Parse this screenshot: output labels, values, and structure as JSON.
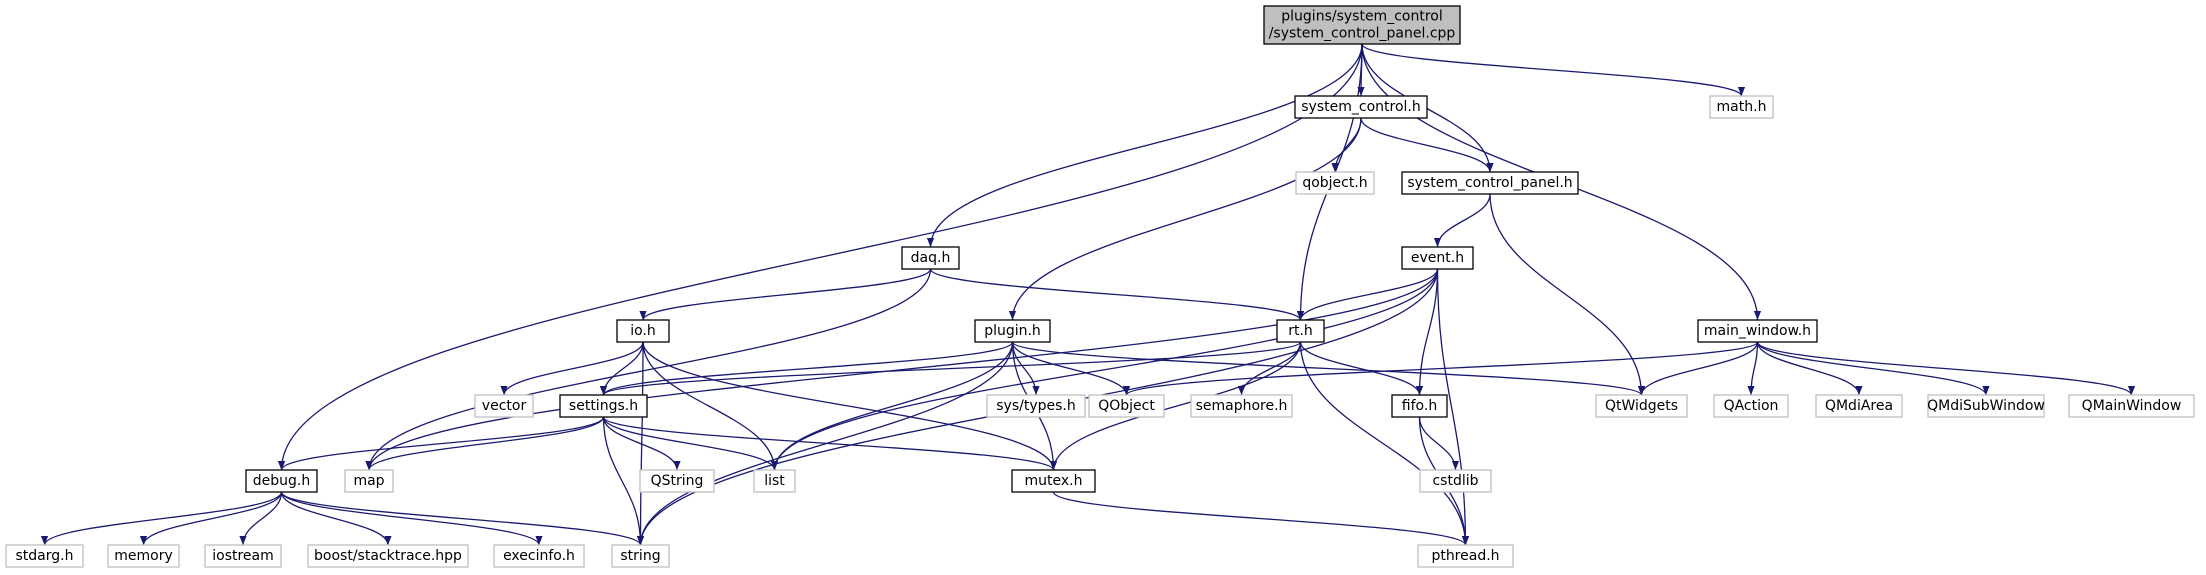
{
  "colors": {
    "edge": "#191970",
    "root_fill": "#bfbfbf",
    "node_border_local": "#000000",
    "node_border_system": "#bfbfbf",
    "background": "#ffffff"
  },
  "diagram": {
    "nodes": [
      {
        "id": "root",
        "lines": [
          "plugins/system_control",
          "/system_control_panel.cpp"
        ],
        "kind": "root"
      },
      {
        "id": "system_control_h",
        "lines": [
          "system_control.h"
        ],
        "kind": "local"
      },
      {
        "id": "math_h",
        "lines": [
          "math.h"
        ],
        "kind": "system"
      },
      {
        "id": "qobject_h",
        "lines": [
          "qobject.h"
        ],
        "kind": "system"
      },
      {
        "id": "system_control_panel_h",
        "lines": [
          "system_control_panel.h"
        ],
        "kind": "local"
      },
      {
        "id": "daq_h",
        "lines": [
          "daq.h"
        ],
        "kind": "local"
      },
      {
        "id": "event_h",
        "lines": [
          "event.h"
        ],
        "kind": "local"
      },
      {
        "id": "io_h",
        "lines": [
          "io.h"
        ],
        "kind": "local"
      },
      {
        "id": "plugin_h",
        "lines": [
          "plugin.h"
        ],
        "kind": "local"
      },
      {
        "id": "rt_h",
        "lines": [
          "rt.h"
        ],
        "kind": "local"
      },
      {
        "id": "main_window_h",
        "lines": [
          "main_window.h"
        ],
        "kind": "local"
      },
      {
        "id": "vector",
        "lines": [
          "vector"
        ],
        "kind": "system"
      },
      {
        "id": "settings_h",
        "lines": [
          "settings.h"
        ],
        "kind": "local"
      },
      {
        "id": "sys_types_h",
        "lines": [
          "sys/types.h"
        ],
        "kind": "system"
      },
      {
        "id": "QObject",
        "lines": [
          "QObject"
        ],
        "kind": "system"
      },
      {
        "id": "semaphore_h",
        "lines": [
          "semaphore.h"
        ],
        "kind": "system"
      },
      {
        "id": "fifo_h",
        "lines": [
          "fifo.h"
        ],
        "kind": "local"
      },
      {
        "id": "QtWidgets",
        "lines": [
          "QtWidgets"
        ],
        "kind": "system"
      },
      {
        "id": "QAction",
        "lines": [
          "QAction"
        ],
        "kind": "system"
      },
      {
        "id": "QMdiArea",
        "lines": [
          "QMdiArea"
        ],
        "kind": "system"
      },
      {
        "id": "QMdiSubWindow",
        "lines": [
          "QMdiSubWindow"
        ],
        "kind": "system"
      },
      {
        "id": "QMainWindow",
        "lines": [
          "QMainWindow"
        ],
        "kind": "system"
      },
      {
        "id": "debug_h",
        "lines": [
          "debug.h"
        ],
        "kind": "local"
      },
      {
        "id": "map",
        "lines": [
          "map"
        ],
        "kind": "system"
      },
      {
        "id": "QString",
        "lines": [
          "QString"
        ],
        "kind": "system"
      },
      {
        "id": "list",
        "lines": [
          "list"
        ],
        "kind": "system"
      },
      {
        "id": "mutex_h",
        "lines": [
          "mutex.h"
        ],
        "kind": "local"
      },
      {
        "id": "cstdlib",
        "lines": [
          "cstdlib"
        ],
        "kind": "system"
      },
      {
        "id": "stdarg_h",
        "lines": [
          "stdarg.h"
        ],
        "kind": "system"
      },
      {
        "id": "memory",
        "lines": [
          "memory"
        ],
        "kind": "system"
      },
      {
        "id": "iostream",
        "lines": [
          "iostream"
        ],
        "kind": "system"
      },
      {
        "id": "boost_stacktrace_hpp",
        "lines": [
          "boost/stacktrace.hpp"
        ],
        "kind": "system"
      },
      {
        "id": "execinfo_h",
        "lines": [
          "execinfo.h"
        ],
        "kind": "system"
      },
      {
        "id": "string",
        "lines": [
          "string"
        ],
        "kind": "system"
      },
      {
        "id": "pthread_h",
        "lines": [
          "pthread.h"
        ],
        "kind": "system"
      }
    ],
    "edges": [
      [
        "root",
        "debug_h"
      ],
      [
        "root",
        "daq_h"
      ],
      [
        "root",
        "system_control_h"
      ],
      [
        "root",
        "system_control_panel_h"
      ],
      [
        "root",
        "rt_h"
      ],
      [
        "root",
        "main_window_h"
      ],
      [
        "root",
        "math_h"
      ],
      [
        "system_control_h",
        "qobject_h"
      ],
      [
        "system_control_h",
        "system_control_panel_h"
      ],
      [
        "system_control_h",
        "plugin_h"
      ],
      [
        "system_control_panel_h",
        "event_h"
      ],
      [
        "system_control_panel_h",
        "QtWidgets"
      ],
      [
        "daq_h",
        "io_h"
      ],
      [
        "daq_h",
        "rt_h"
      ],
      [
        "daq_h",
        "map"
      ],
      [
        "event_h",
        "rt_h"
      ],
      [
        "event_h",
        "fifo_h"
      ],
      [
        "event_h",
        "list"
      ],
      [
        "event_h",
        "map"
      ],
      [
        "event_h",
        "string"
      ],
      [
        "event_h",
        "pthread_h"
      ],
      [
        "io_h",
        "vector"
      ],
      [
        "io_h",
        "settings_h"
      ],
      [
        "io_h",
        "list"
      ],
      [
        "io_h",
        "mutex_h"
      ],
      [
        "io_h",
        "string"
      ],
      [
        "plugin_h",
        "settings_h"
      ],
      [
        "plugin_h",
        "list"
      ],
      [
        "plugin_h",
        "sys_types_h"
      ],
      [
        "plugin_h",
        "QObject"
      ],
      [
        "plugin_h",
        "mutex_h"
      ],
      [
        "plugin_h",
        "string"
      ],
      [
        "plugin_h",
        "QtWidgets"
      ],
      [
        "rt_h",
        "settings_h"
      ],
      [
        "rt_h",
        "semaphore_h"
      ],
      [
        "rt_h",
        "fifo_h"
      ],
      [
        "rt_h",
        "mutex_h"
      ],
      [
        "rt_h",
        "pthread_h"
      ],
      [
        "main_window_h",
        "QObject"
      ],
      [
        "main_window_h",
        "QtWidgets"
      ],
      [
        "main_window_h",
        "QAction"
      ],
      [
        "main_window_h",
        "QMdiArea"
      ],
      [
        "main_window_h",
        "QMdiSubWindow"
      ],
      [
        "main_window_h",
        "QMainWindow"
      ],
      [
        "settings_h",
        "debug_h"
      ],
      [
        "settings_h",
        "map"
      ],
      [
        "settings_h",
        "QString"
      ],
      [
        "settings_h",
        "list"
      ],
      [
        "settings_h",
        "mutex_h"
      ],
      [
        "settings_h",
        "string"
      ],
      [
        "fifo_h",
        "cstdlib"
      ],
      [
        "fifo_h",
        "pthread_h"
      ],
      [
        "mutex_h",
        "pthread_h"
      ],
      [
        "debug_h",
        "stdarg_h"
      ],
      [
        "debug_h",
        "memory"
      ],
      [
        "debug_h",
        "iostream"
      ],
      [
        "debug_h",
        "boost_stacktrace_hpp"
      ],
      [
        "debug_h",
        "execinfo_h"
      ],
      [
        "debug_h",
        "string"
      ]
    ]
  }
}
